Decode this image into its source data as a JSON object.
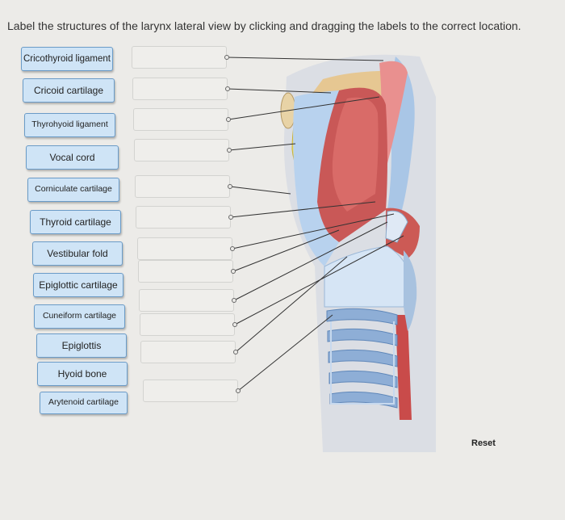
{
  "instructions": "Label the structures of the larynx lateral view by clicking and dragging the labels to the correct location.",
  "labels": [
    "Cricothyroid ligament",
    "Cricoid cartilage",
    "Thyrohyoid ligament",
    "Vocal cord",
    "Corniculate cartilage",
    "Thyroid cartilage",
    "Vestibular fold",
    "Epiglottic cartilage",
    "Cuneiform cartilage",
    "Epiglottis",
    "Hyoid bone",
    "Arytenoid cartilage"
  ],
  "reset_label": "Reset"
}
